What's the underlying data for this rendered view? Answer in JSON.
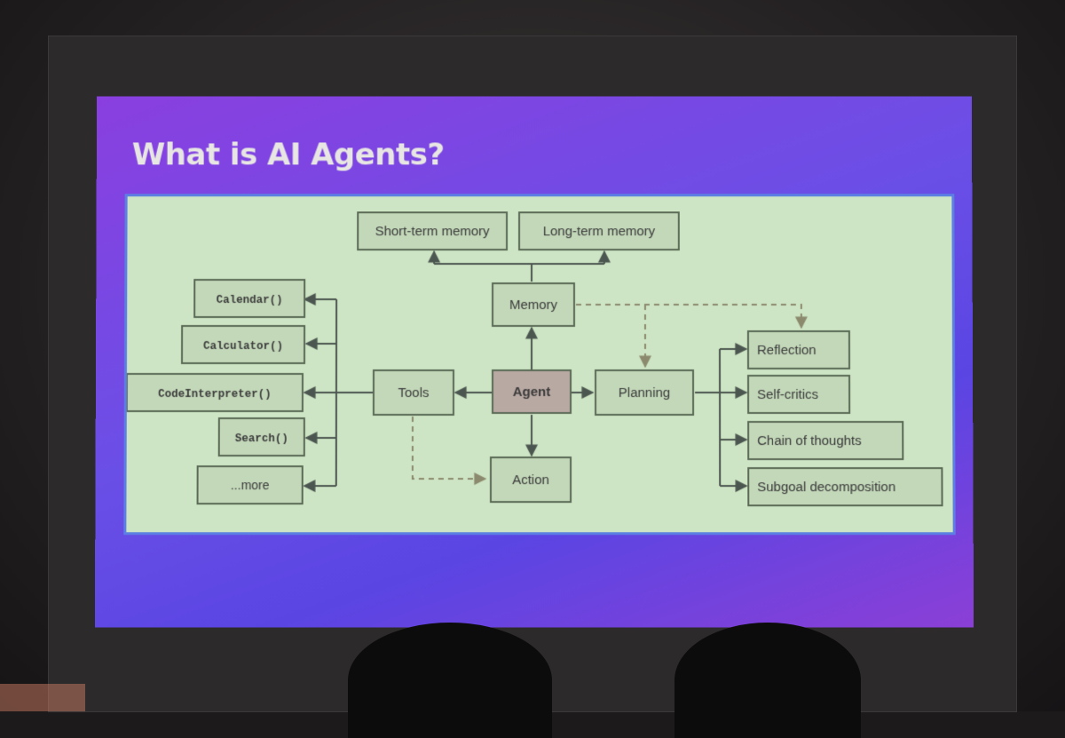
{
  "slide": {
    "title": "What is AI Agents?"
  },
  "diagram": {
    "center": "Agent",
    "memory": {
      "label": "Memory",
      "children": [
        "Short-term memory",
        "Long-term memory"
      ]
    },
    "tools": {
      "label": "Tools",
      "children": [
        "Calendar()",
        "Calculator()",
        "CodeInterpreter()",
        "Search()",
        "...more"
      ]
    },
    "planning": {
      "label": "Planning",
      "children": [
        "Reflection",
        "Self-critics",
        "Chain of thoughts",
        "Subgoal decomposition"
      ]
    },
    "action": "Action"
  },
  "colors": {
    "slide_background": "#7a48e4",
    "panel_background": "#cde5c4",
    "agent_box": "#b9a9a3",
    "title_text": "#e7e6e2"
  }
}
